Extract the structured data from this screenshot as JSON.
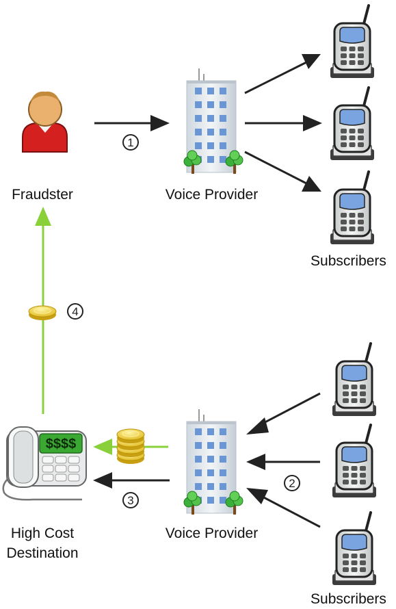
{
  "nodes": {
    "fraudster": {
      "label": "Fraudster"
    },
    "voice_provider_top": {
      "label": "Voice Provider"
    },
    "subscribers_top": {
      "label": "Subscribers"
    },
    "voice_provider_bottom": {
      "label": "Voice Provider"
    },
    "subscribers_bottom": {
      "label": "Subscribers"
    },
    "high_cost_destination": {
      "label_line1": "High Cost",
      "label_line2": "Destination"
    },
    "phone_display": {
      "text": "$$$$"
    }
  },
  "steps": [
    "1",
    "2",
    "3",
    "4"
  ],
  "colors": {
    "flow_arrow": "#222222",
    "money_arrow": "#8ad03a",
    "fraudster_shirt": "#d4201e",
    "fraudster_face": "#e9b06e",
    "building_window": "#6a96d6",
    "phone_screen": "#79a4e0",
    "coin": "#f0d328",
    "phone_display": "#3aa832"
  },
  "icons": [
    "person-icon",
    "building-icon",
    "mobile-phone-icon",
    "desk-phone-icon",
    "coin-icon",
    "coin-stack-icon"
  ]
}
